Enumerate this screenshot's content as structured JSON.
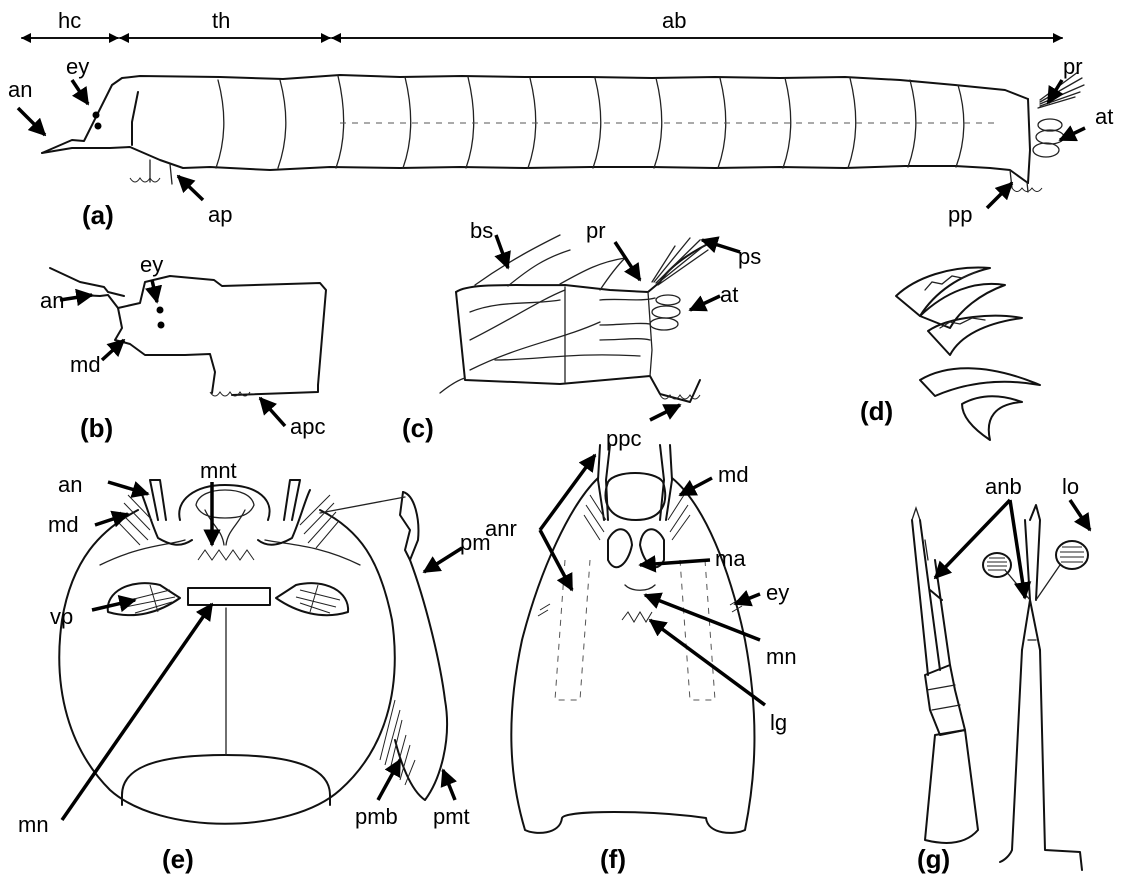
{
  "regions": {
    "hc": "hc",
    "th": "th",
    "ab": "ab"
  },
  "panels": {
    "a": "(a)",
    "b": "(b)",
    "c": "(c)",
    "d": "(d)",
    "e": "(e)",
    "f": "(f)",
    "g": "(g)"
  },
  "labels": {
    "a": {
      "an": "an",
      "ey": "ey",
      "ap": "ap",
      "pr": "pr",
      "at": "at",
      "pp": "pp"
    },
    "b": {
      "an": "an",
      "ey": "ey",
      "md": "md",
      "apc": "apc"
    },
    "c": {
      "bs": "bs",
      "pr": "pr",
      "ps": "ps",
      "at": "at",
      "ppc": "ppc"
    },
    "e": {
      "an": "an",
      "md": "md",
      "mnt": "mnt",
      "vp": "vp",
      "mn": "mn",
      "pm": "pm",
      "pmb": "pmb",
      "pmt": "pmt"
    },
    "f": {
      "anr": "anr",
      "md": "md",
      "ma": "ma",
      "ey": "ey",
      "mn": "mn",
      "lg": "lg"
    },
    "g": {
      "anb": "anb",
      "lo": "lo"
    }
  }
}
